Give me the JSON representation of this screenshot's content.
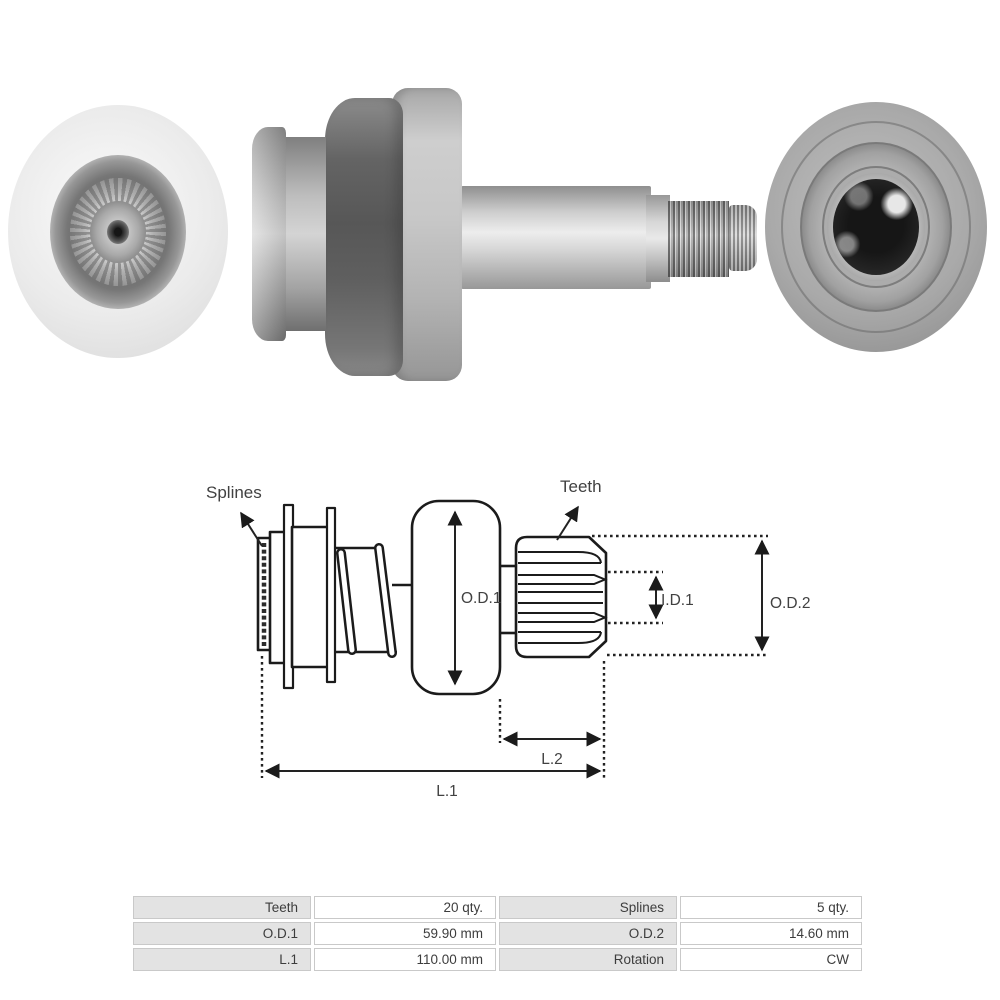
{
  "colors": {
    "page_bg": "#ffffff",
    "diagram_line": "#1b1b1b",
    "diagram_label_text": "#414141",
    "table_label_bg": "#e3e3e3",
    "table_value_bg": "#ffffff",
    "table_border": "#c9c9c9",
    "table_text": "#3d3d3d",
    "photo_metal_light": "#e9e9e9",
    "photo_metal_mid": "#a8a8a8",
    "photo_metal_dark": "#575757"
  },
  "diagram": {
    "callout_splines": "Splines",
    "callout_teeth": "Teeth",
    "dim_od1": "O.D.1",
    "dim_id1": "I.D.1",
    "dim_od2": "O.D.2",
    "dim_l2": "L.2",
    "dim_l1": "L.1"
  },
  "spec_table": {
    "rows": [
      {
        "c0_label": "Teeth",
        "c0_value": "20 qty.",
        "c1_label": "Splines",
        "c1_value": "5 qty."
      },
      {
        "c0_label": "O.D.1",
        "c0_value": "59.90 mm",
        "c1_label": "O.D.2",
        "c1_value": "14.60 mm"
      },
      {
        "c0_label": "L.1",
        "c0_value": "110.00 mm",
        "c1_label": "Rotation",
        "c1_value": "CW"
      }
    ]
  }
}
